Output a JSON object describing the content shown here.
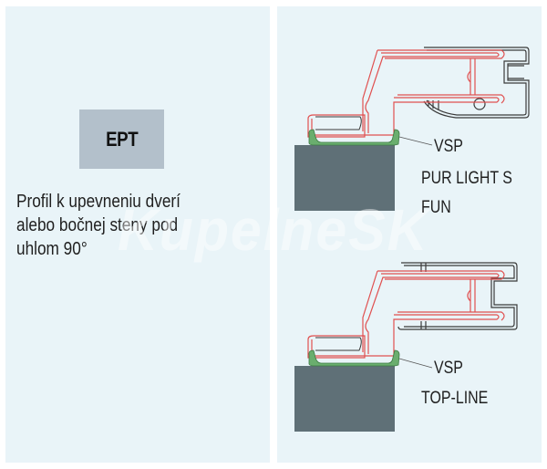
{
  "badge": {
    "label": "EPT",
    "color": "#b3c0cb"
  },
  "description": {
    "lines": [
      "Profil k upevneniu dverí",
      "alebo bočnej steny pod",
      "uhlom 90°"
    ]
  },
  "diagrams": [
    {
      "seal_label": "VSP",
      "model_lines": [
        "PUR LIGHT S",
        "FUN"
      ]
    },
    {
      "seal_label": "VSP",
      "model_lines": [
        "TOP-LINE"
      ]
    }
  ],
  "watermark": "KupelneSK",
  "colors": {
    "panel_bg": "#e9f4f8",
    "wall": "#5f7077",
    "seal": "#6aae6e",
    "red_profile": "#e05050",
    "dark_profile": "#3a3a3a"
  }
}
